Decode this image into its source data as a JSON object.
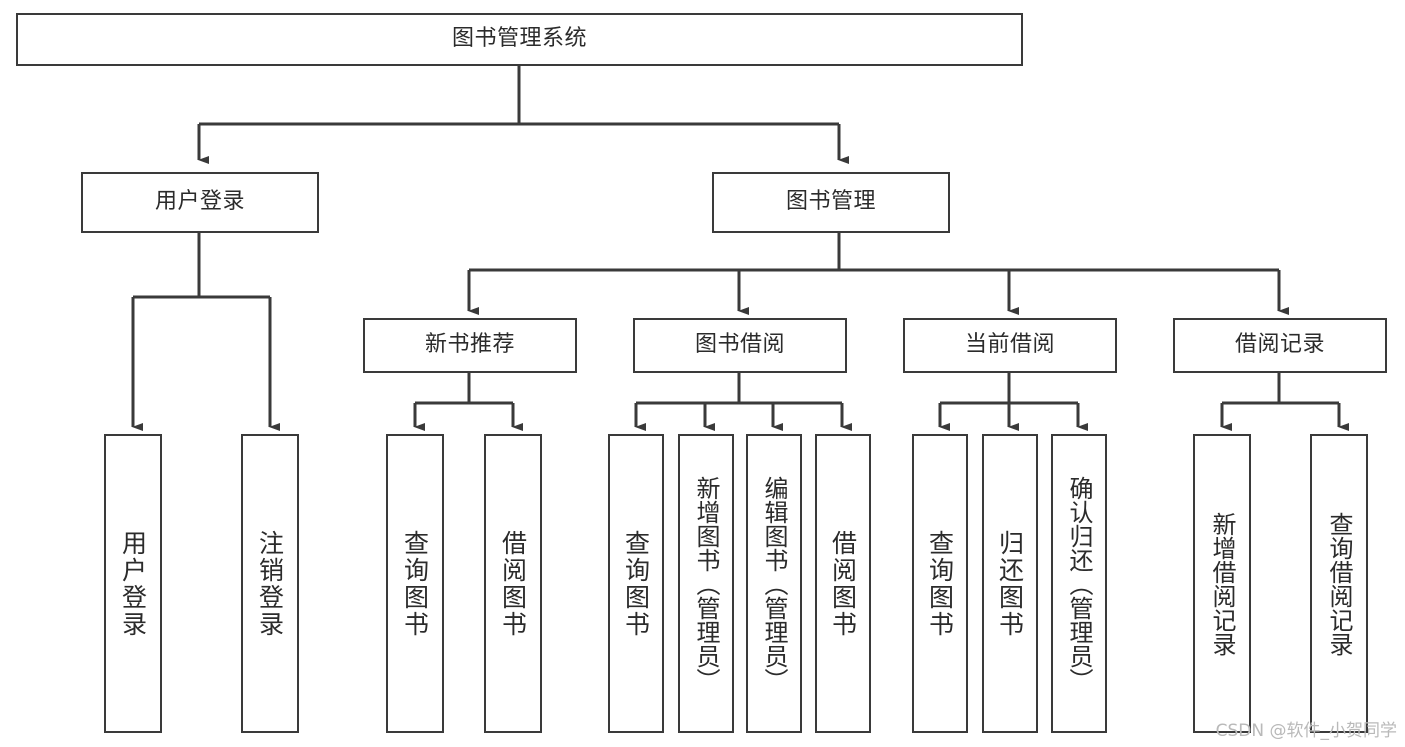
{
  "diagram": {
    "type": "tree",
    "title": "图书管理系统",
    "background_color": "#ffffff",
    "stroke_color": "#3a3a3a",
    "text_color": "#2b2b2b",
    "root": {
      "label": "图书管理系统"
    },
    "level2": [
      {
        "label": "用户登录"
      },
      {
        "label": "图书管理"
      }
    ],
    "level3": [
      {
        "label": "新书推荐"
      },
      {
        "label": "图书借阅"
      },
      {
        "label": "当前借阅"
      },
      {
        "label": "借阅记录"
      }
    ],
    "leaves": {
      "user_login": [
        {
          "label": "用户登录"
        },
        {
          "label": "注销登录"
        }
      ],
      "new_book_recommend": [
        {
          "label": "查询图书"
        },
        {
          "label": "借阅图书"
        }
      ],
      "book_borrow": [
        {
          "label": "查询图书"
        },
        {
          "label": "新增图书（管理员）"
        },
        {
          "label": "编辑图书（管理员）"
        },
        {
          "label": "借阅图书"
        }
      ],
      "current_borrow": [
        {
          "label": "查询图书"
        },
        {
          "label": "归还图书"
        },
        {
          "label": "确认归还（管理员）"
        }
      ],
      "borrow_record": [
        {
          "label": "新增借阅记录"
        },
        {
          "label": "查询借阅记录"
        }
      ]
    }
  },
  "watermark": {
    "text": "CSDN @软件_小贺同学",
    "color": "#b9b9b9"
  }
}
